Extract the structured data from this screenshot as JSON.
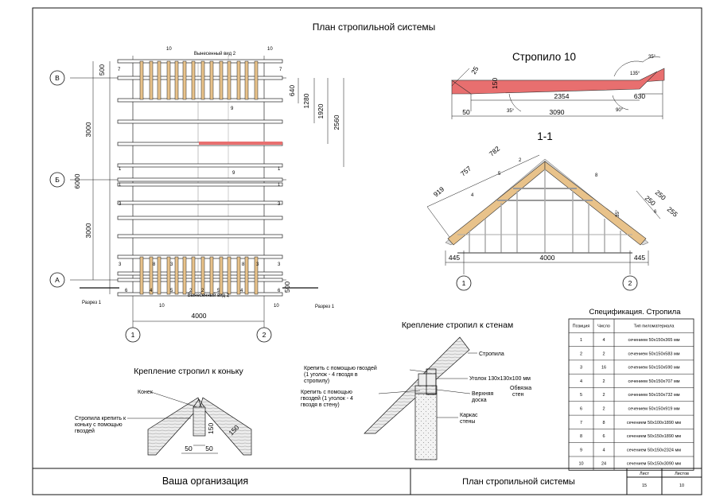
{
  "sheet": {
    "main_title": "План стропильной системы",
    "organization": "Ваша организация",
    "stamp_title": "План стропильной системы",
    "sheet_label": "Лист",
    "sheets_label": "Листов",
    "sheet_no": "15",
    "sheets_total": "10"
  },
  "plan": {
    "axis_v": "В",
    "axis_b": "Б",
    "axis_a": "А",
    "axis_1": "1",
    "axis_2": "2",
    "dim_500_top": "500",
    "dim_3000_top": "3000",
    "dim_6000": "6000",
    "dim_3000_bottom": "3000",
    "dim_500_bottom": "500",
    "dim_640": "640",
    "dim_1280": "1280",
    "dim_1920": "1920",
    "dim_2560": "2560",
    "dim_4000": "4000",
    "section_left": "Разрез 1",
    "section_right": "Разрез 1",
    "top_note": "Вынесенный вид 2",
    "bottom_note": "Вынесенный вид 2",
    "tag_10a": "10",
    "tag_10b": "10",
    "tag_10c": "10",
    "tag_10d": "10",
    "tag_7a": "7",
    "tag_7b": "7",
    "tag_9a": "9",
    "tag_9b": "9",
    "tag_1a": "1",
    "tag_1b": "1",
    "tag_1c": "1",
    "tag_1d": "1",
    "tag_3a": "3",
    "tag_3b": "3",
    "tag_3c": "3",
    "tag_3d": "3",
    "tag_3e": "3",
    "tag_3f": "3",
    "tag_8a": "8",
    "tag_8b": "8",
    "tag_6a": "6",
    "tag_6b": "6",
    "tag_4a": "4",
    "tag_4b": "4",
    "tag_5a": "5",
    "tag_5b": "5",
    "tag_2a": "2",
    "tag_2b": "2"
  },
  "rafter10": {
    "title": "Стропило 10",
    "dim_25": "25",
    "dim_150": "150",
    "dim_2354": "2354",
    "dim_630": "630",
    "dim_50": "50",
    "dim_3090": "3090",
    "ang_35a": "35°",
    "ang_35b": "35°",
    "ang_135": "135°",
    "ang_90": "90°"
  },
  "section11": {
    "title": "1-1",
    "dim_919": "919",
    "dim_757": "757",
    "dim_782": "782",
    "dim_250": "250",
    "dim_250b": "250",
    "dim_255": "255",
    "dim_445l": "445",
    "dim_4000": "4000",
    "dim_445r": "445",
    "ang_35": "35°",
    "tag_2": "2",
    "tag_4": "4",
    "tag_5": "5",
    "tag_6": "6",
    "tag_8": "8",
    "axis_1": "1",
    "axis_2": "2"
  },
  "ridge": {
    "title": "Крепление стропил к коньку",
    "label_ridge": "Конек",
    "note_1": "Стропила крепить к",
    "note_2": "коньку с помощью",
    "note_3": "гвоздей",
    "dim_150": "150",
    "dim_150b": "150",
    "dim_50a": "50",
    "dim_50b": "50"
  },
  "wall": {
    "title": "Крепление стропил к стенам",
    "n1": "Крепить с помощью гвоздей",
    "n2": "(1 уголок - 4 гвоздя в",
    "n3": "стропилу)",
    "n4": "Крепить с помощью",
    "n5": "гвоздей (1 уголок - 4",
    "n6": "гвоздя в стену)",
    "rafter": "Стропила",
    "angle": "Уголок 130x130x100 мм",
    "strap_1": "Обвязка",
    "strap_2": "стен",
    "top_1": "Верхняя",
    "top_2": "доска",
    "frame_1": "Каркас",
    "frame_2": "стены"
  },
  "spec": {
    "title": "Спецификация. Стропила",
    "headers": [
      "Позиция",
      "Число",
      "Тип пиломатериала"
    ],
    "rows": [
      [
        "1",
        "4",
        "сечением 50x150x365 мм"
      ],
      [
        "2",
        "2",
        "сечением 50x150x583 мм"
      ],
      [
        "3",
        "16",
        "сечением 50x150x590 мм"
      ],
      [
        "4",
        "2",
        "сечением 50x150x707 мм"
      ],
      [
        "5",
        "2",
        "сечением 50x150x732 мм"
      ],
      [
        "6",
        "2",
        "сечением 50x150x919 мм"
      ],
      [
        "7",
        "8",
        "сечением 50x100x1890 мм"
      ],
      [
        "8",
        "6",
        "сечением 50x150x1890 мм"
      ],
      [
        "9",
        "4",
        "сечением 50x150x2324 мм"
      ],
      [
        "10",
        "24",
        "сечением 50x150x3090 мм"
      ]
    ]
  },
  "colors": {
    "line": "#111111",
    "wood": "#e8c28a",
    "wood_dark": "#c99a55",
    "highlight": "#e86f6f",
    "grey": "#9a9a9a"
  }
}
